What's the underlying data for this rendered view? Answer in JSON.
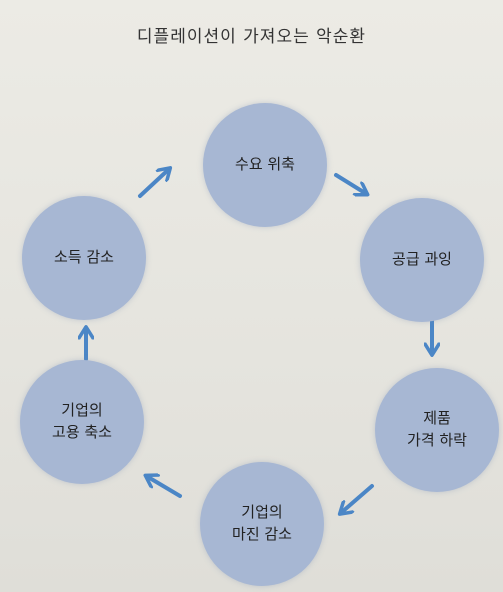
{
  "title": "디플레이션이 가져오는 악순환",
  "nodes": {
    "demand": [
      "수요 위축"
    ],
    "supply": [
      "공급 과잉"
    ],
    "price": [
      "제품",
      "가격 하락"
    ],
    "margin": [
      "기업의",
      "마진 감소"
    ],
    "employment": [
      "기업의",
      "고용 축소"
    ],
    "income": [
      "소득 감소"
    ]
  },
  "colors": {
    "circle": "#a7b7d3",
    "arrow": "#4b86c6"
  }
}
